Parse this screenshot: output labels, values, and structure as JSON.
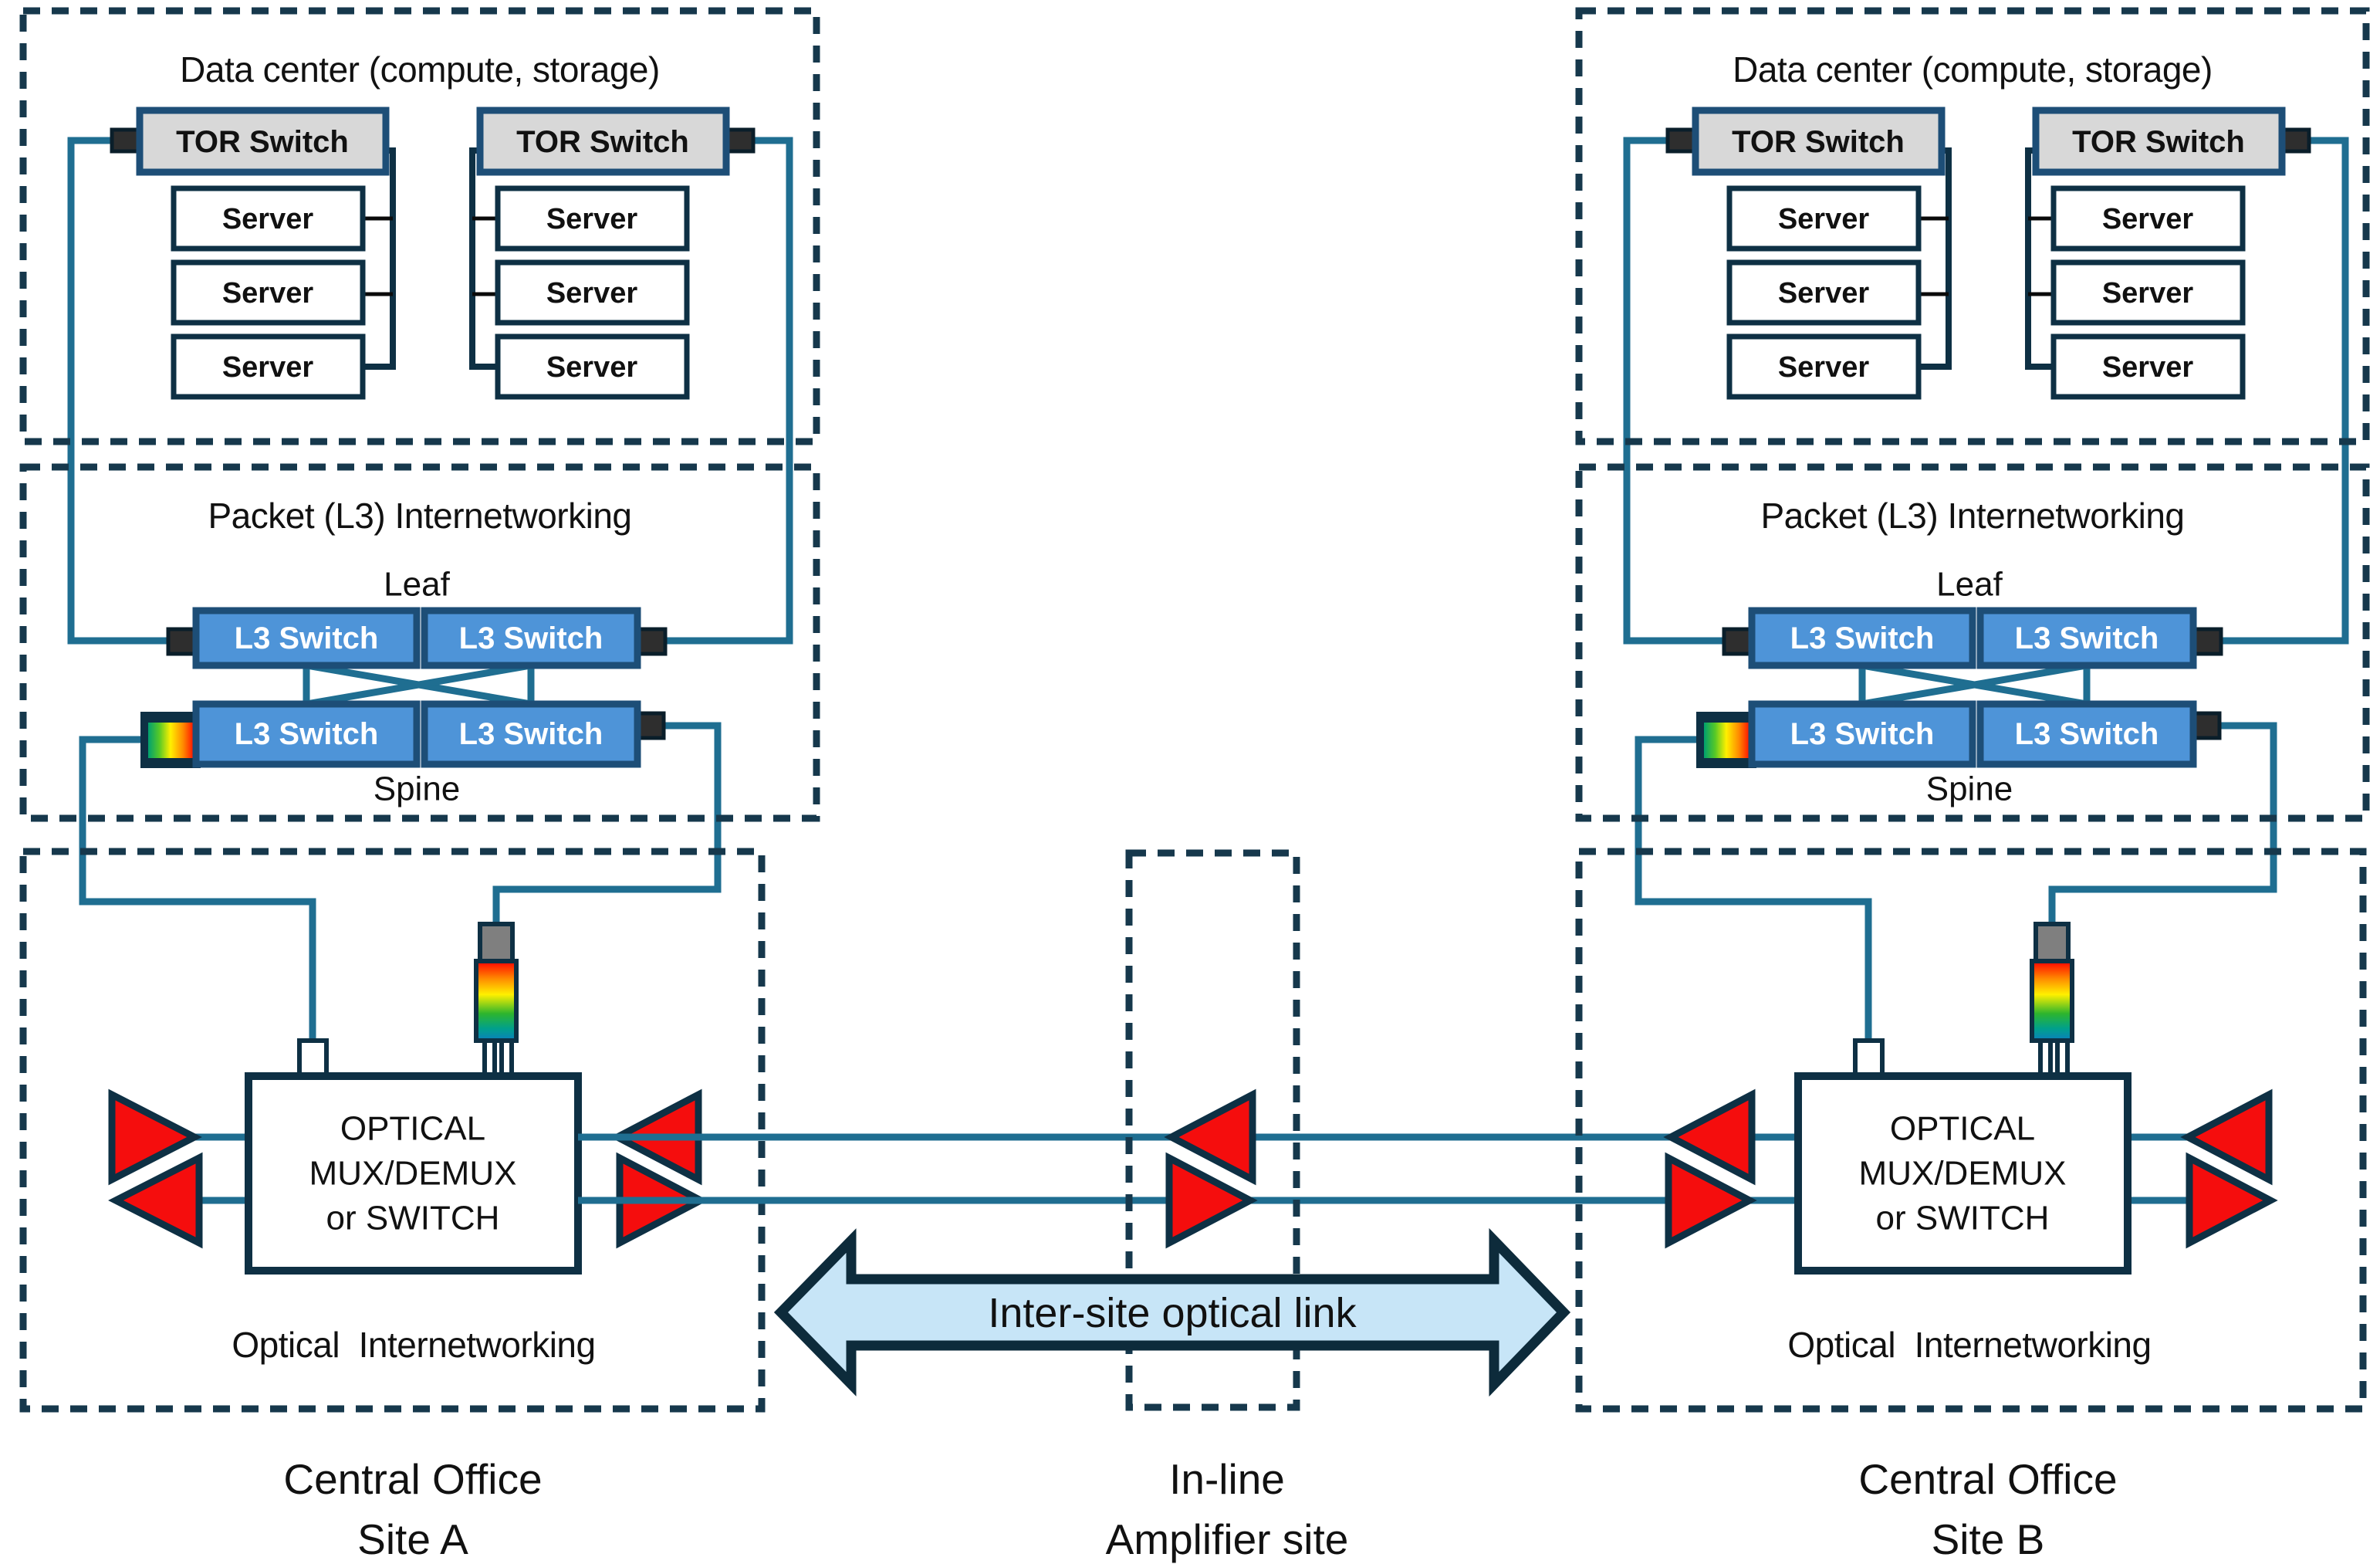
{
  "colors": {
    "dark_navy": "#0E3044",
    "dash_border": "#16384C",
    "teal_line": "#1F6E91",
    "switch_blue": "#4E94D8",
    "switch_border": "#1D4E77",
    "tor_gray": "#D8D8D8",
    "server_white": "#FFFFFF",
    "amplifier_red": "#F50D0D",
    "arrow_fill": "#C7E5F7",
    "arrow_border": "#0D2B3B",
    "port_dark": "#2E2E2E",
    "transceiver_gray": "#7F7F7F",
    "text_dark": "#111111"
  },
  "shared": {
    "tor_switch": "TOR Switch",
    "server": "Server",
    "l3_switch": "L3 Switch",
    "mux": [
      "OPTICAL",
      "MUX/DEMUX",
      "or SWITCH"
    ]
  },
  "sites": [
    {
      "id": "site-a",
      "data_center_title": "Data center (compute, storage)",
      "packet_title": "Packet (L3) Internetworking",
      "leaf_label": "Leaf",
      "spine_label": "Spine",
      "optical_label": "Optical  Internetworking",
      "caption_line1": "Central Office",
      "caption_line2": "Site A"
    },
    {
      "id": "site-b",
      "data_center_title": "Data center (compute, storage)",
      "packet_title": "Packet (L3) Internetworking",
      "leaf_label": "Leaf",
      "spine_label": "Spine",
      "optical_label": "Optical  Internetworking",
      "caption_line1": "Central Office",
      "caption_line2": "Site B"
    }
  ],
  "amplifier_site": {
    "caption_line1": "In-line",
    "caption_line2": "Amplifier site"
  },
  "inter_site_link": {
    "label": "Inter-site optical link"
  },
  "icon_legend": {
    "red_triangle": "optical-amplifier-icon",
    "rainbow_rect": "wdm-transceiver-icon",
    "dark_square": "port-connector-icon"
  }
}
